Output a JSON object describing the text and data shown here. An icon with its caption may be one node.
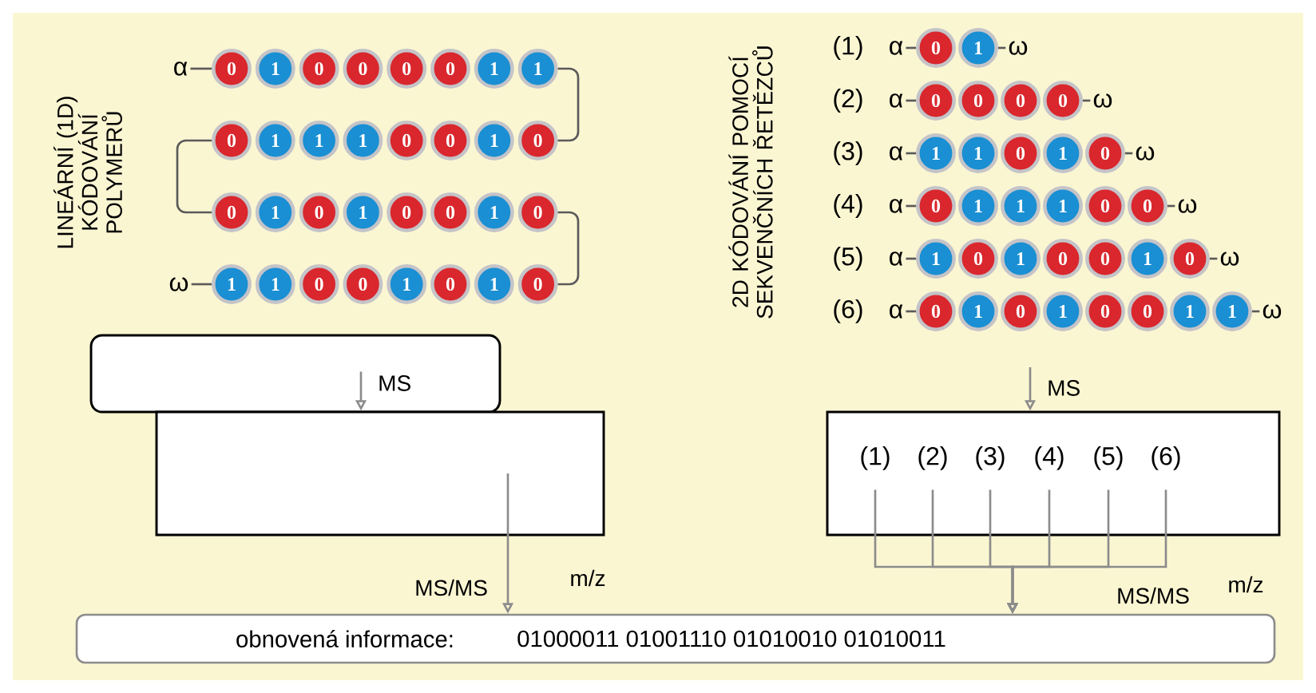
{
  "diagram": {
    "nodes": [
      {
        "text": [
          "α"
        ]
      },
      {
        "text": [
          "0"
        ]
      },
      {
        "text": [
          "1"
        ]
      },
      {
        "text": [
          "0"
        ]
      },
      {
        "text": [
          "0"
        ]
      },
      {
        "text": [
          "0"
        ]
      },
      {
        "text": [
          "0"
        ]
      },
      {
        "text": [
          "1"
        ]
      },
      {
        "text": [
          "1"
        ]
      },
      {
        "text": [
          "0"
        ]
      },
      {
        "text": [
          "1"
        ]
      },
      {
        "text": [
          "1"
        ]
      },
      {
        "text": [
          "1"
        ]
      },
      {
        "text": [
          "0"
        ]
      },
      {
        "text": [
          "0"
        ]
      },
      {
        "text": [
          "1"
        ]
      },
      {
        "text": [
          "0"
        ]
      },
      {
        "text": [
          "0"
        ]
      },
      {
        "text": [
          "1"
        ]
      },
      {
        "text": [
          "0"
        ]
      },
      {
        "text": [
          "1"
        ]
      },
      {
        "text": [
          "0"
        ]
      },
      {
        "text": [
          "0"
        ]
      },
      {
        "text": [
          "1"
        ]
      },
      {
        "text": [
          "0"
        ]
      },
      {
        "text": [
          "ω"
        ]
      },
      {
        "text": [
          "1"
        ]
      },
      {
        "text": [
          "1"
        ]
      },
      {
        "text": [
          "0"
        ]
      },
      {
        "text": [
          "0"
        ]
      },
      {
        "text": [
          "1"
        ]
      },
      {
        "text": [
          "0"
        ]
      },
      {
        "text": [
          "1"
        ]
      },
      {
        "text": [
          "0"
        ]
      },
      {
        "text": [
          "α"
        ]
      },
      {
        "text": [
          "0"
        ]
      },
      {
        "text": [
          "1"
        ]
      },
      {
        "text": [
          "ω"
        ]
      },
      {
        "text": [
          "α"
        ]
      },
      {
        "text": [
          "0"
        ]
      },
      {
        "text": [
          "0"
        ]
      },
      {
        "text": [
          "0"
        ]
      },
      {
        "text": [
          "0"
        ]
      },
      {
        "text": [
          "ω"
        ]
      },
      {
        "text": [
          "α"
        ]
      },
      {
        "text": [
          "1"
        ]
      },
      {
        "text": [
          "1"
        ]
      },
      {
        "text": [
          "0"
        ]
      },
      {
        "text": [
          "1"
        ]
      },
      {
        "text": [
          "0"
        ]
      },
      {
        "text": [
          "ω"
        ]
      },
      {
        "text": [
          "α"
        ]
      },
      {
        "text": [
          "0"
        ]
      },
      {
        "text": [
          "1"
        ]
      },
      {
        "text": [
          "1"
        ]
      },
      {
        "text": [
          "1"
        ]
      },
      {
        "text": [
          "0"
        ]
      },
      {
        "text": [
          "0"
        ]
      },
      {
        "text": [
          "ω"
        ]
      },
      {
        "text": [
          "α"
        ]
      },
      {
        "text": [
          "1"
        ]
      },
      {
        "text": [
          "0"
        ]
      },
      {
        "text": [
          "1"
        ]
      },
      {
        "text": [
          "0"
        ]
      },
      {
        "text": [
          "0"
        ]
      },
      {
        "text": [
          "1"
        ]
      },
      {
        "text": [
          "0"
        ]
      },
      {
        "text": [
          "ω"
        ]
      },
      {
        "text": [
          "α"
        ]
      },
      {
        "text": [
          "0"
        ]
      },
      {
        "text": [
          "1"
        ]
      },
      {
        "text": [
          "0"
        ]
      },
      {
        "text": [
          "1"
        ]
      },
      {
        "text": [
          "0"
        ]
      },
      {
        "text": [
          "0"
        ]
      },
      {
        "text": [
          "1"
        ]
      },
      {
        "text": [
          "1"
        ]
      },
      {
        "text": [
          "ω"
        ]
      },
      {
        "text": [],
        "shape": "box"
      },
      {
        "text": [],
        "shape": "box"
      },
      {
        "text": [],
        "shape": "box"
      },
      {
        "text": [
          "(1)"
        ],
        "in": 80
      },
      {
        "text": [
          "(2)"
        ],
        "in": 80
      },
      {
        "text": [
          "(3)"
        ],
        "in": 80
      },
      {
        "text": [
          "(4)"
        ],
        "in": 80
      },
      {
        "text": [
          "(5)"
        ],
        "in": 80
      },
      {
        "text": [
          "(6)"
        ],
        "in": 80
      },
      {
        "text": [
          "obnovená informace:",
          "01000011 01001110 01010010 01010011"
        ]
      }
    ],
    "edges": [
      {
        "from": 0,
        "to": 1,
        "arrow": "none"
      },
      {
        "from": 8,
        "to": 16,
        "arrow": "none"
      },
      {
        "from": 9,
        "to": 17,
        "arrow": "none"
      },
      {
        "from": 24,
        "to": 33,
        "arrow": "none"
      },
      {
        "from": 25,
        "to": 26,
        "arrow": "none"
      },
      {
        "from": 34,
        "to": 35,
        "arrow": "none"
      },
      {
        "from": 36,
        "to": 37,
        "arrow": "none"
      },
      {
        "from": 38,
        "to": 39,
        "arrow": "none"
      },
      {
        "from": 42,
        "to": 43,
        "arrow": "none"
      },
      {
        "from": 44,
        "to": 45,
        "arrow": "none"
      },
      {
        "from": 49,
        "to": 50,
        "arrow": "none"
      },
      {
        "from": 51,
        "to": 52,
        "arrow": "none"
      },
      {
        "from": 57,
        "to": 58,
        "arrow": "none"
      },
      {
        "from": 59,
        "to": 60,
        "arrow": "none"
      },
      {
        "from": 66,
        "to": 67,
        "arrow": "none"
      },
      {
        "from": 68,
        "to": 69,
        "arrow": "none"
      },
      {
        "from": 76,
        "to": 77,
        "arrow": "none"
      },
      {
        "from": 78,
        "to": 79,
        "arrow": "to",
        "label": "MS",
        "color": "#8c8c8c"
      },
      {
        "from": null,
        "to": 80,
        "arrow": "to",
        "label": "MS",
        "color": "#8c8c8c"
      },
      {
        "from": 79,
        "to": 87,
        "arrow": "to",
        "label": "MS/MS",
        "color": "#8c8c8c"
      },
      {
        "from": 81,
        "to": 87,
        "arrow": "to",
        "color": "#8c8c8c"
      },
      {
        "from": 82,
        "to": 87,
        "arrow": "to",
        "color": "#8c8c8c"
      },
      {
        "from": 83,
        "to": 87,
        "arrow": "to",
        "color": "#8c8c8c"
      },
      {
        "from": 84,
        "to": 87,
        "arrow": "to",
        "color": "#8c8c8c"
      },
      {
        "from": 85,
        "to": 87,
        "arrow": "to",
        "color": "#8c8c8c"
      },
      {
        "from": 86,
        "to": 87,
        "arrow": "to",
        "color": "#8c8c8c"
      }
    ],
    "labels": [
      "LINEÁRNÍ (1D) KÓDOVÁNÍ POLYMERŮ",
      "2D KÓDOVÁNÍ POMOCÍ SEKVENČNÍCH ŘETĚZCŮ",
      "(1)",
      "(2)",
      "(3)",
      "(4)",
      "(5)",
      "(6)",
      "m/z",
      "MS/MS",
      "m/z"
    ]
  }
}
